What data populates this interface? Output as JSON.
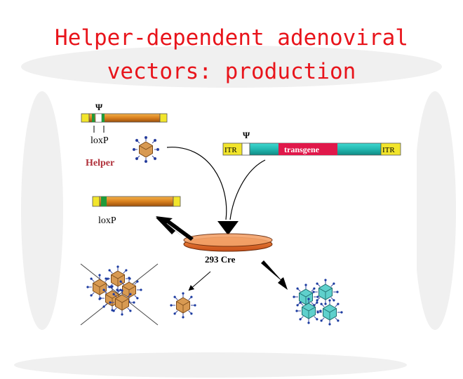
{
  "title": {
    "line1": "Helper-dependent adenoviral",
    "line2": "vectors: production"
  },
  "diagram": {
    "psi_symbol": "Ψ",
    "loxp_label": "loxP",
    "helper_label": "Helper",
    "itr_left": "ITR",
    "itr_right": "ITR",
    "transgene_label": "transgene",
    "loxp_label_2": "loxP",
    "cell_line_label": "293 Cre"
  },
  "colors": {
    "title": "#e8141b",
    "helper_backbone": "#d9801e",
    "yellow_end": "#f2e52b",
    "green_band": "#1f9a3a",
    "teal_backbone": "#23b8b0",
    "transgene_segment": "#e0184a",
    "dish": "#e46a2a",
    "helper_virus": "#d89a52",
    "vector_virus": "#5fd0cc",
    "helper_text": "#b0303a",
    "arrow": "#000000"
  },
  "icons": [
    "helper-virus-icon",
    "vector-virus-icon",
    "cross-out-icon",
    "culture-dish-icon",
    "arrow-icon"
  ]
}
